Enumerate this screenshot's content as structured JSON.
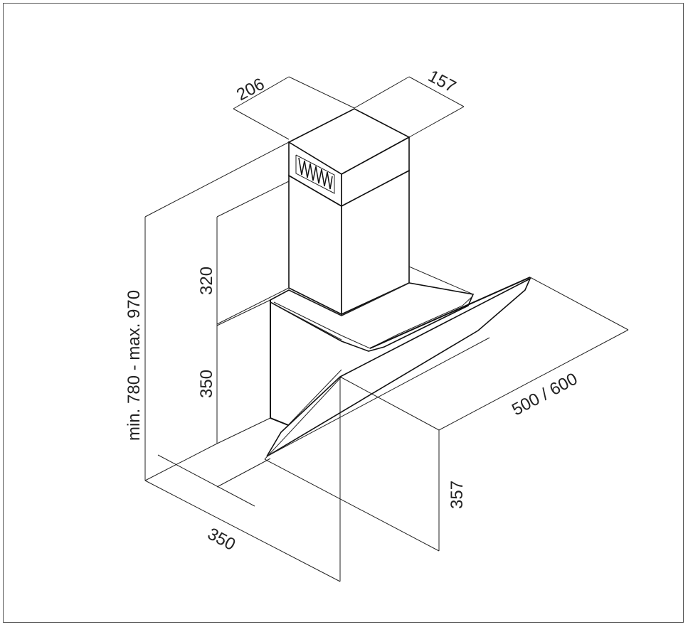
{
  "dimensions": {
    "chimney_width": "206",
    "chimney_depth": "157",
    "chimney_height": "320",
    "body_height": "350",
    "total_height": "min. 780 - max. 970",
    "depth": "350",
    "width": "500 / 600",
    "glass_height": "357"
  }
}
